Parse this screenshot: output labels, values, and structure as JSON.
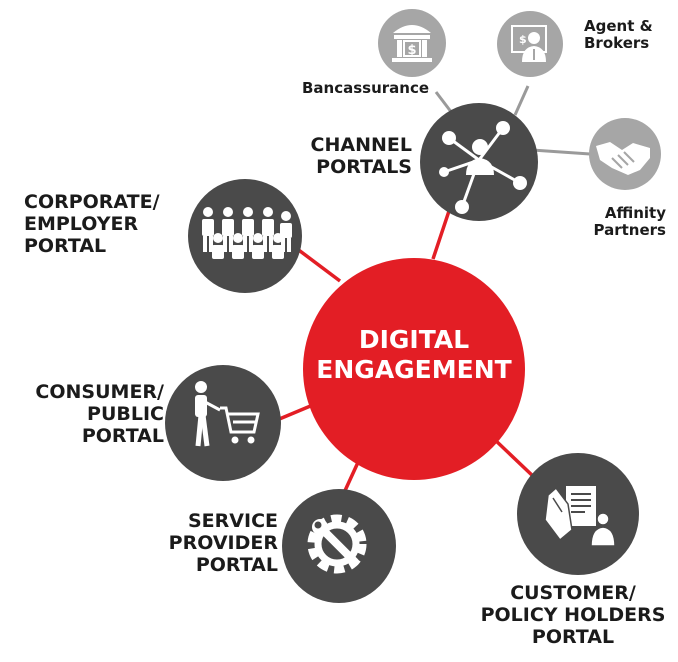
{
  "hub": {
    "line1": "DIGITAL",
    "line2": "ENGAGEMENT"
  },
  "portals": {
    "channel": {
      "line1": "CHANNEL",
      "line2": "PORTALS"
    },
    "corporate": {
      "line1": "CORPORATE/",
      "line2": "EMPLOYER",
      "line3": "PORTAL"
    },
    "consumer": {
      "line1": "CONSUMER/",
      "line2": "PUBLIC",
      "line3": "PORTAL"
    },
    "service": {
      "line1": "SERVICE",
      "line2": "PROVIDER",
      "line3": "PORTAL"
    },
    "customer": {
      "line1": "CUSTOMER/",
      "line2": "POLICY HOLDERS",
      "line3": "PORTAL"
    }
  },
  "channels": {
    "bancassurance": {
      "line1": "Bancassurance"
    },
    "agents": {
      "line1": "Agent &",
      "line2": "Brokers"
    },
    "affinity": {
      "line1": "Affinity",
      "line2": "Partners"
    }
  },
  "colors": {
    "hub": "#e31e25",
    "portal": "#4a4a4a",
    "channel": "#a6a6a6",
    "connector_red": "#e31e25",
    "connector_grey": "#9a9a9a"
  },
  "icons": {
    "channel": "network-person-icon",
    "corporate": "group-people-icon",
    "consumer": "shopping-cart-person-icon",
    "service": "gear-wrench-icon",
    "customer": "hand-document-icon",
    "bancassurance": "bank-umbrella-icon",
    "agents": "agent-certificate-icon",
    "affinity": "handshake-icon"
  }
}
